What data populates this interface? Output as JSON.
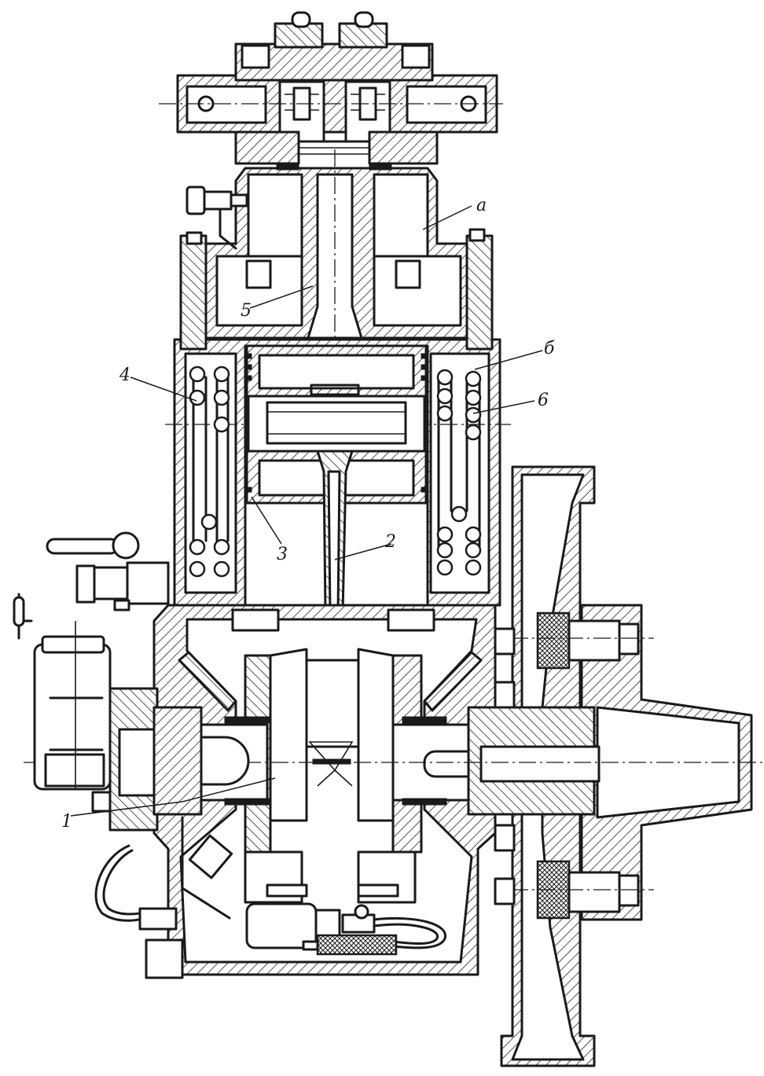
{
  "labels": {
    "l1": "1",
    "l2": "2",
    "l3": "3",
    "l4": "4",
    "l5": "5",
    "l6": "6",
    "la": "a",
    "lb": "б"
  }
}
